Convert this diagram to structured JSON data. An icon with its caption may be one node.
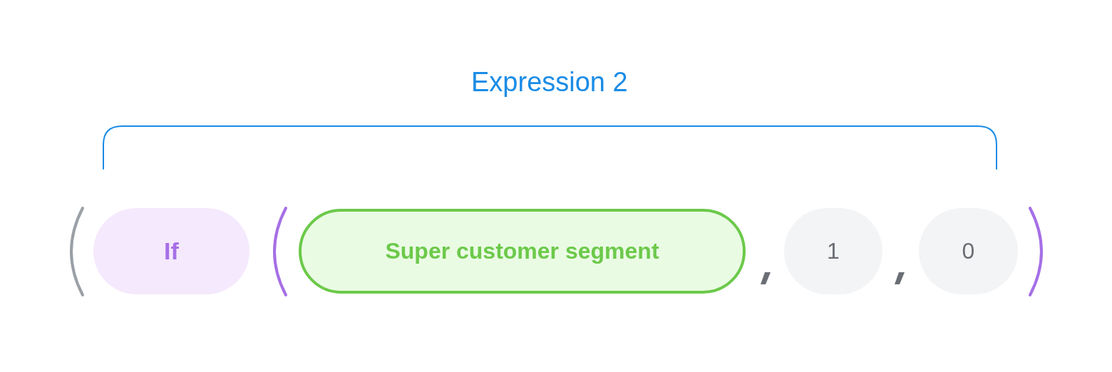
{
  "diagram": {
    "nodes": [
      {
        "text": [
          "If"
        ]
      },
      {
        "text": [
          "Super customer segment"
        ]
      },
      {
        "text": [
          "1"
        ]
      },
      {
        "text": [
          "0"
        ]
      }
    ],
    "edges": [],
    "labels": [
      "Expression 2"
    ]
  }
}
